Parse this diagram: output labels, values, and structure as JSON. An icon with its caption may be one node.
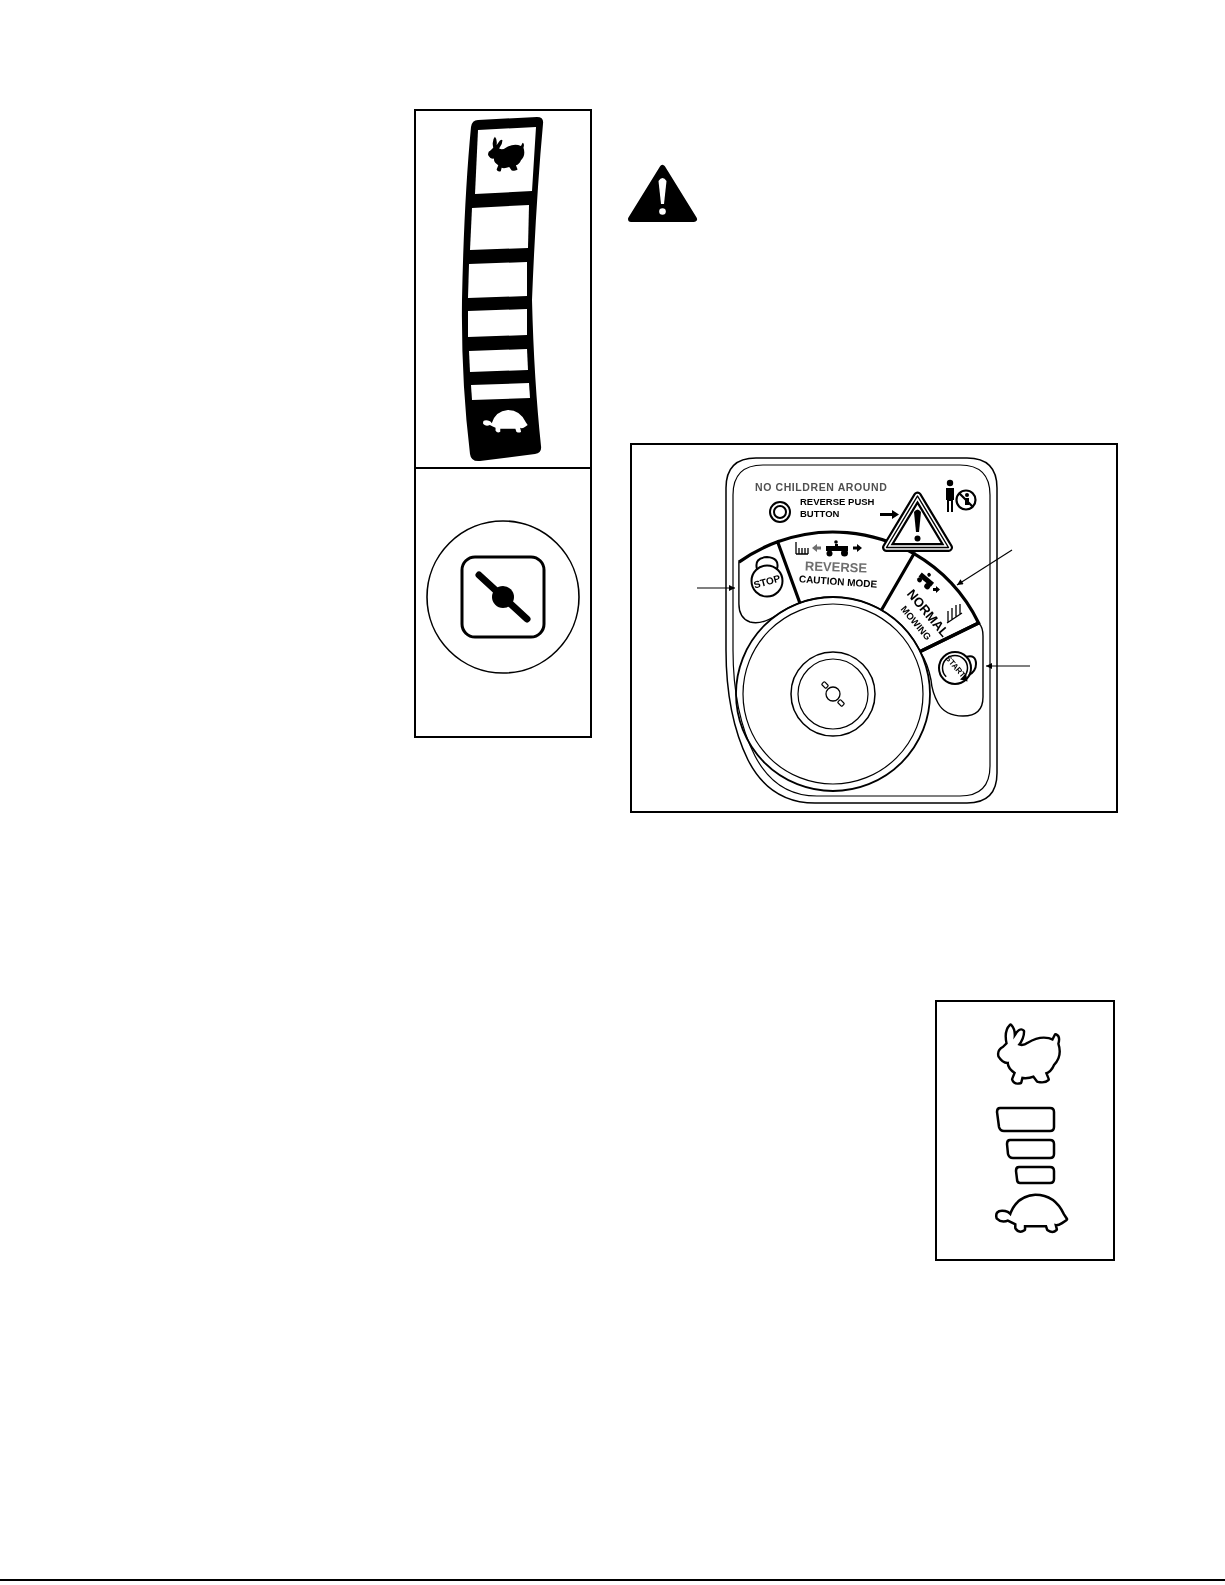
{
  "diagram": {
    "nodes": [
      {
        "text": [
          "STOP"
        ]
      },
      {
        "text": [
          "REVERSE",
          "CAUTION MODE"
        ]
      },
      {
        "text": [
          "NORMAL",
          "MOWING"
        ]
      },
      {
        "text": [
          "START"
        ]
      }
    ],
    "edges": [
      {
        "from": null,
        "to": 0,
        "arrow": "to"
      },
      {
        "from": null,
        "to": 2,
        "arrow": "to"
      },
      {
        "from": null,
        "to": 3,
        "arrow": "to"
      }
    ],
    "labels": [
      "NO CHILDREN AROUND",
      "REVERSE PUSH BUTTON"
    ]
  }
}
